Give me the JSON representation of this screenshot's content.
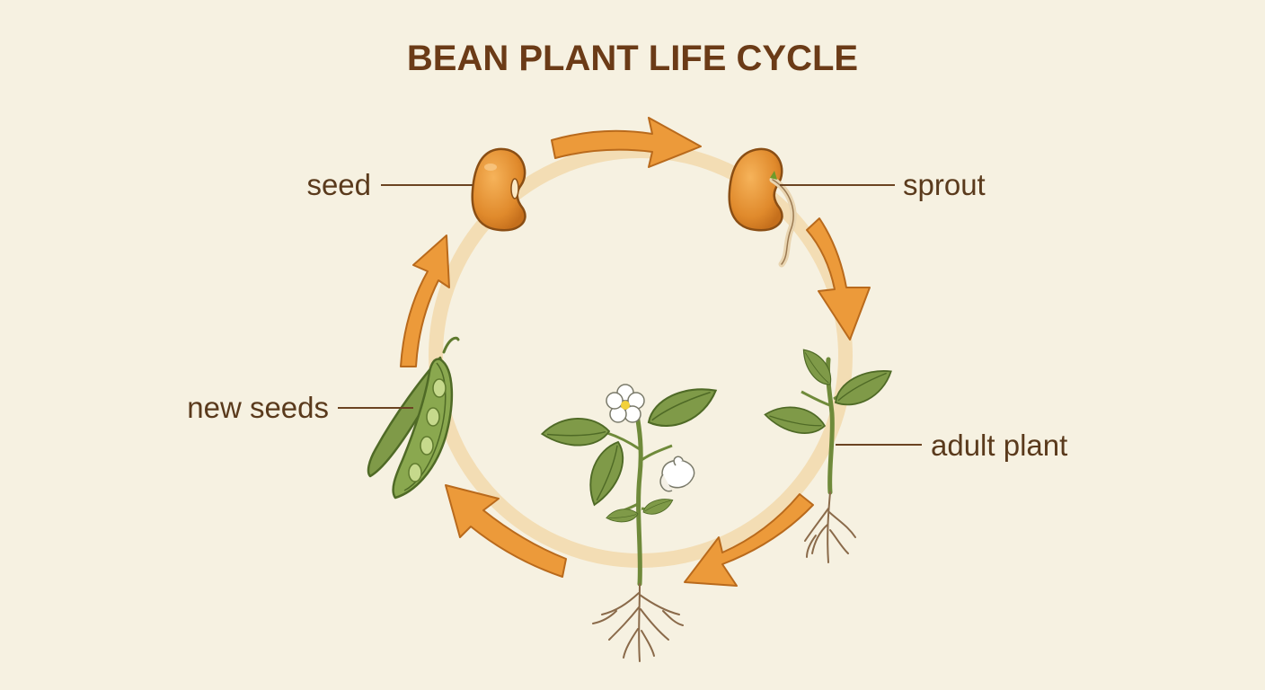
{
  "title": "BEAN PLANT LIFE CYCLE",
  "stages": {
    "seed": "seed",
    "sprout": "sprout",
    "adult_plant": "adult plant",
    "new_seeds": "new seeds"
  },
  "colors": {
    "background": "#f6f1e1",
    "ring": "#f3ddb4",
    "arrow": "#ec9a3a",
    "arrow_outline": "#b96a1c",
    "title": "#6b3b17",
    "label": "#5a3a1c",
    "bean": "#e49436",
    "leaf": "#7f9a48",
    "stem": "#6f8a3a",
    "root": "#8a6a4a",
    "flower": "#ffffff"
  }
}
